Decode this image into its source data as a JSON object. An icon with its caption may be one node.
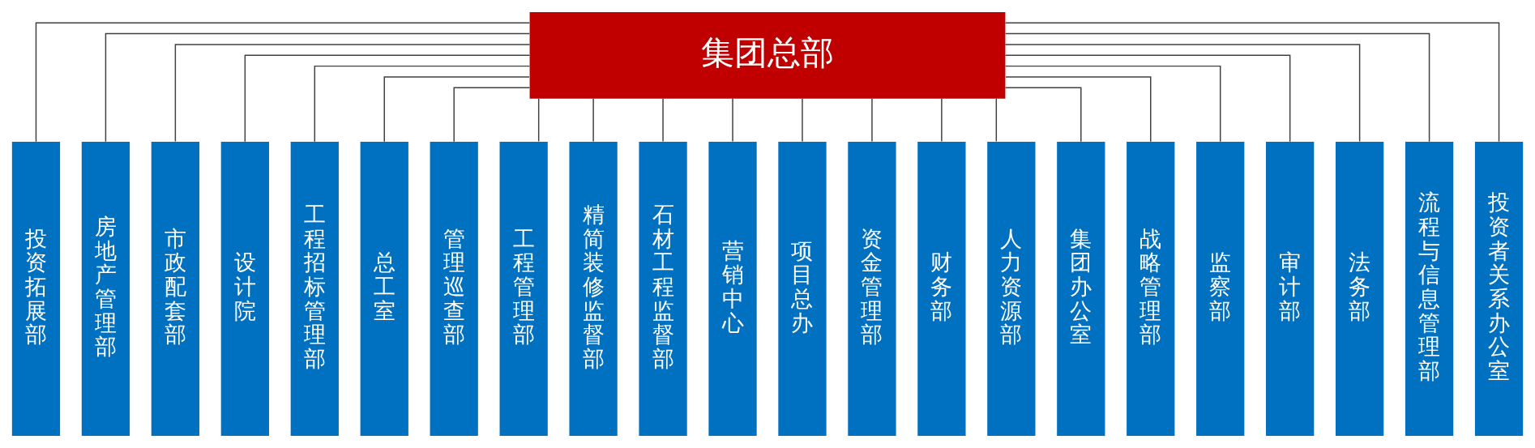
{
  "diagram": {
    "nodes": [
      {
        "text": [
          "集团总部"
        ]
      },
      {
        "text": [
          "投资拓展部"
        ]
      },
      {
        "text": [
          "房地产管理部"
        ]
      },
      {
        "text": [
          "市政配套部"
        ]
      },
      {
        "text": [
          "设计院"
        ]
      },
      {
        "text": [
          "工程招标管理部"
        ]
      },
      {
        "text": [
          "总工室"
        ]
      },
      {
        "text": [
          "管理巡查部"
        ]
      },
      {
        "text": [
          "工程管理部"
        ]
      },
      {
        "text": [
          "精简装修监督部"
        ]
      },
      {
        "text": [
          "石材工程监督部"
        ]
      },
      {
        "text": [
          "营销中心"
        ]
      },
      {
        "text": [
          "项目总办"
        ]
      },
      {
        "text": [
          "资金管理部"
        ]
      },
      {
        "text": [
          "财务部"
        ]
      },
      {
        "text": [
          "人力资源部"
        ]
      },
      {
        "text": [
          "集团办公室"
        ]
      },
      {
        "text": [
          "战略管理部"
        ]
      },
      {
        "text": [
          "监察部"
        ]
      },
      {
        "text": [
          "审计部"
        ]
      },
      {
        "text": [
          "法务部"
        ]
      },
      {
        "text": [
          "流程与信息管理部"
        ]
      },
      {
        "text": [
          "投资者关系办公室"
        ]
      }
    ],
    "edges": [
      {
        "from": 0,
        "to": 1,
        "arrow": "none"
      },
      {
        "from": 0,
        "to": 2,
        "arrow": "none"
      },
      {
        "from": 0,
        "to": 3,
        "arrow": "none"
      },
      {
        "from": 0,
        "to": 4,
        "arrow": "none"
      },
      {
        "from": 0,
        "to": 5,
        "arrow": "none"
      },
      {
        "from": 0,
        "to": 6,
        "arrow": "none"
      },
      {
        "from": 0,
        "to": 7,
        "arrow": "none"
      },
      {
        "from": 0,
        "to": 8,
        "arrow": "none"
      },
      {
        "from": 0,
        "to": 9,
        "arrow": "none"
      },
      {
        "from": 0,
        "to": 10,
        "arrow": "none"
      },
      {
        "from": 0,
        "to": 11,
        "arrow": "none"
      },
      {
        "from": 0,
        "to": 12,
        "arrow": "none"
      },
      {
        "from": 0,
        "to": 13,
        "arrow": "none"
      },
      {
        "from": 0,
        "to": 14,
        "arrow": "none"
      },
      {
        "from": 0,
        "to": 15,
        "arrow": "none"
      },
      {
        "from": 0,
        "to": 16,
        "arrow": "none"
      },
      {
        "from": 0,
        "to": 17,
        "arrow": "none"
      },
      {
        "from": 0,
        "to": 18,
        "arrow": "none"
      },
      {
        "from": 0,
        "to": 19,
        "arrow": "none"
      },
      {
        "from": 0,
        "to": 20,
        "arrow": "none"
      },
      {
        "from": 0,
        "to": 21,
        "arrow": "none"
      },
      {
        "from": 0,
        "to": 22,
        "arrow": "none"
      }
    ]
  }
}
